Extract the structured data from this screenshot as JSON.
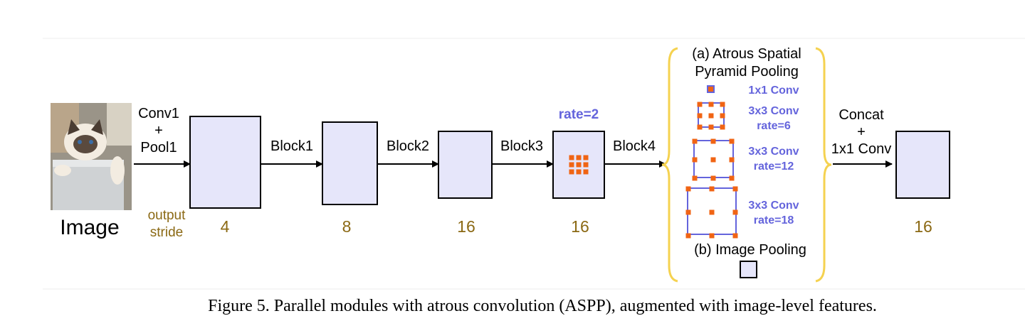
{
  "labels": {
    "image": "Image",
    "conv1": "Conv1",
    "plus": "+",
    "pool1": "Pool1",
    "output": "output",
    "stride": "stride",
    "block1": "Block1",
    "block2": "Block2",
    "block3": "Block3",
    "block4": "Block4",
    "rate": "rate=2",
    "concat": "Concat",
    "plus2": "+",
    "conv1x1": "1x1 Conv"
  },
  "strides": [
    "4",
    "8",
    "16",
    "16",
    "16"
  ],
  "aspp": {
    "title_line1": "(a) Atrous Spatial",
    "title_line2": "Pyramid Pooling",
    "branches": [
      {
        "line1": "1x1 Conv",
        "line2": ""
      },
      {
        "line1": "3x3 Conv",
        "line2": "rate=6"
      },
      {
        "line1": "3x3 Conv",
        "line2": "rate=12"
      },
      {
        "line1": "3x3 Conv",
        "line2": "rate=18"
      }
    ],
    "image_pooling": "(b) Image Pooling"
  },
  "caption": "Figure 5. Parallel modules with atrous convolution (ASPP), augmented with image-level features.",
  "colors": {
    "block_fill": "#e6e6fa",
    "dot": "#f06414",
    "blue": "#6464dc",
    "brace": "#f5d250",
    "stride_text": "#8b6914"
  }
}
